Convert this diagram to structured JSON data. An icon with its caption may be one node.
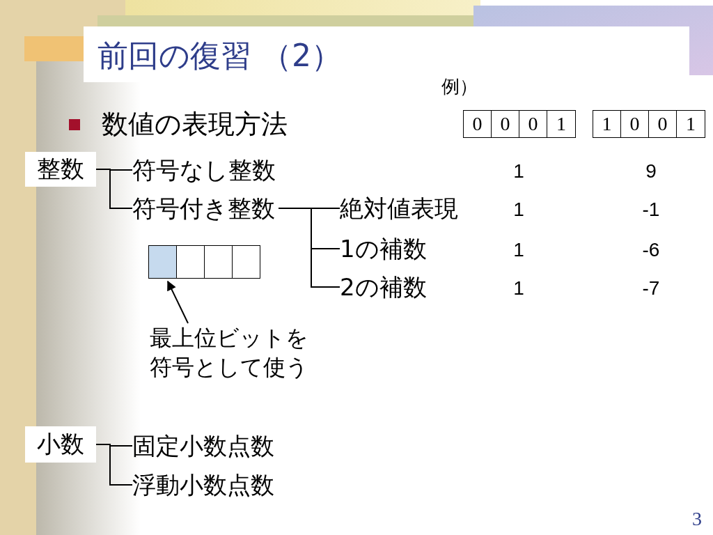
{
  "diagram": {
    "title": "前回の復習 （2）",
    "nodes": [
      {
        "text": [
          "0"
        ]
      },
      {
        "text": [
          "0"
        ]
      },
      {
        "text": [
          "0"
        ]
      },
      {
        "text": [
          "1"
        ]
      },
      {
        "text": [
          "1"
        ]
      },
      {
        "text": [
          "0"
        ]
      },
      {
        "text": [
          "0"
        ]
      },
      {
        "text": [
          "1"
        ]
      },
      {
        "text": [
          "整数"
        ]
      },
      {
        "text": [
          "符号なし整数"
        ]
      },
      {
        "text": [
          "符号付き整数"
        ]
      },
      {
        "text": [
          "絶対値表現"
        ]
      },
      {
        "text": [
          "1の補数"
        ]
      },
      {
        "text": [
          "2の補数"
        ]
      },
      {
        "text": [],
        "shape": "box"
      },
      {
        "text": [
          "最上位ビットを符号として使う"
        ]
      },
      {
        "text": [
          "小数"
        ]
      },
      {
        "text": [
          "固定小数点数"
        ]
      },
      {
        "text": [
          "浮動小数点数"
        ]
      }
    ],
    "edges": [
      {
        "from": 8,
        "to": 9,
        "arrow": "none"
      },
      {
        "from": 8,
        "to": 10,
        "arrow": "none"
      },
      {
        "from": 10,
        "to": 11,
        "arrow": "none"
      },
      {
        "from": 10,
        "to": 12,
        "arrow": "none"
      },
      {
        "from": 10,
        "to": 13,
        "arrow": "none"
      },
      {
        "from": 15,
        "to": 14,
        "arrow": "to"
      },
      {
        "from": 16,
        "to": 17,
        "arrow": "none"
      },
      {
        "from": 16,
        "to": 18,
        "arrow": "none"
      }
    ],
    "labels": [
      "例）",
      "数値の表現方法",
      "1",
      "9",
      "1",
      "-1",
      "1",
      "-6",
      "1",
      "-7",
      "3"
    ]
  }
}
